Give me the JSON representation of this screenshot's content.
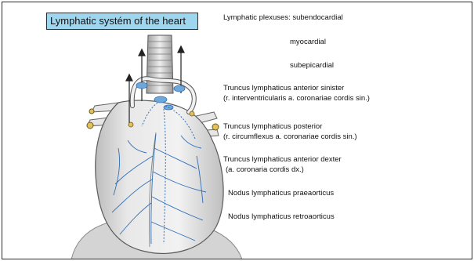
{
  "title": "Lymphatic systém of the heart",
  "labels": {
    "plexuses_subendocardial": "Lymphatic plexuses:  subendocardial",
    "myocardial": "myocardial",
    "subepicardial": "subepicardial",
    "trunk_ant_sin_1": "Truncus lymphaticus anterior sinister",
    "trunk_ant_sin_2": "(r. interventricularis  a. coronariae cordis sin.)",
    "trunk_post_1": "Truncus lymphaticus posterior",
    "trunk_post_2": "(r. circumflexus a. coronariae cordis sin.)",
    "trunk_ant_dex_1": "Truncus lymphaticus anterior dexter",
    "trunk_ant_dex_2": "(a. coronaria cordis dx.)",
    "node_prae": "Nodus lymphaticus praeaorticus",
    "node_retro": "Nodus lymphaticus retroaorticus"
  },
  "colors": {
    "title_bg": "#9fd6ef",
    "lymph_blue": "#2f6fb8",
    "vessel_yellow": "#e2c15a"
  },
  "illustration": "heart-lymphatics-illustration"
}
